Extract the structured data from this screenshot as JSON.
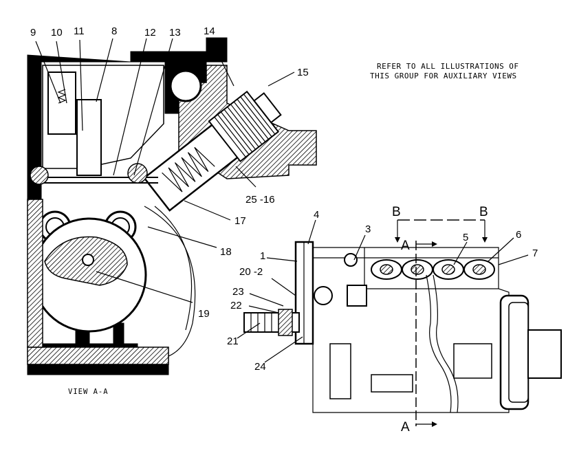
{
  "note": {
    "line1": "REFER TO ALL ILLUSTRATIONS OF",
    "line2": "THIS GROUP FOR AUXILIARY VIEWS"
  },
  "view_label": "VIEW A-A",
  "section_labels": {
    "B_left": "B",
    "B_right": "B",
    "A_top": "A",
    "A_bottom": "A"
  },
  "callouts": {
    "c1": "1",
    "c2": "20 -2",
    "c3": "3",
    "c4": "4",
    "c5": "5",
    "c6": "6",
    "c7": "7",
    "c8": "8",
    "c9": "9",
    "c10": "10",
    "c11": "11",
    "c12": "12",
    "c13": "13",
    "c14": "14",
    "c15": "15",
    "c17": "17",
    "c18": "18",
    "c19": "19",
    "c21": "21",
    "c22": "22",
    "c23": "23",
    "c24": "24",
    "c25": "25 -16"
  }
}
